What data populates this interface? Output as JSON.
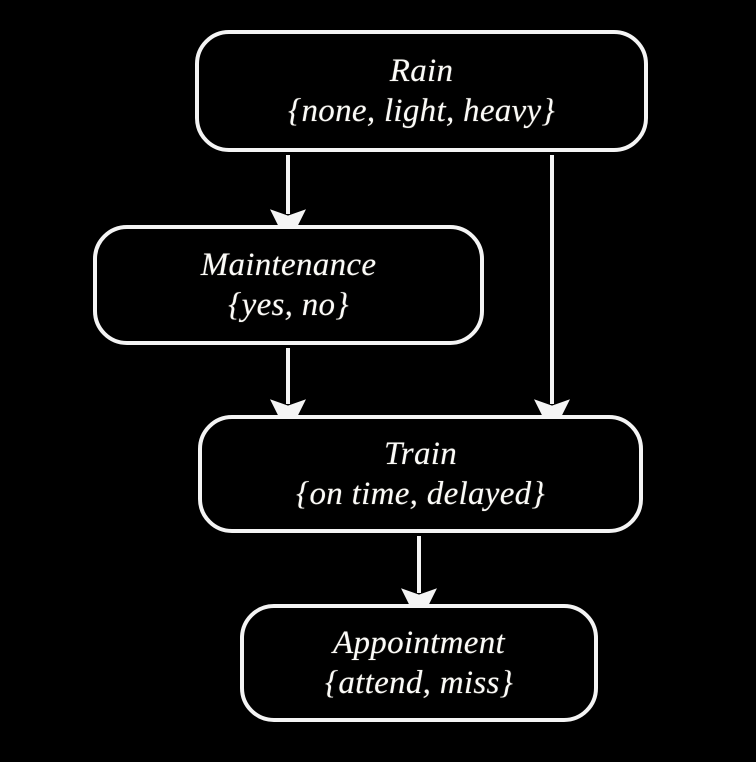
{
  "diagram": {
    "type": "bayesian-network",
    "title": "Rain / Maintenance / Train / Appointment causal graph",
    "background_color": "#000000",
    "stroke_color": "#f4f4f4",
    "text_color": "#fbfbf8",
    "nodes": [
      {
        "id": "rain",
        "title": "Rain",
        "states": "{none, light, heavy}",
        "state_list": [
          "none",
          "light",
          "heavy"
        ]
      },
      {
        "id": "maintenance",
        "title": "Maintenance",
        "states": "{yes, no}",
        "state_list": [
          "yes",
          "no"
        ]
      },
      {
        "id": "train",
        "title": "Train",
        "states": "{on time, delayed}",
        "state_list": [
          "on time",
          "delayed"
        ]
      },
      {
        "id": "appointment",
        "title": "Appointment",
        "states": "{attend, miss}",
        "state_list": [
          "attend",
          "miss"
        ]
      }
    ],
    "edges": [
      {
        "id": "rain-to-maintenance",
        "from": "rain",
        "to": "maintenance"
      },
      {
        "id": "rain-to-train",
        "from": "rain",
        "to": "train"
      },
      {
        "id": "maintenance-to-train",
        "from": "maintenance",
        "to": "train"
      },
      {
        "id": "train-to-appointment",
        "from": "train",
        "to": "appointment"
      }
    ]
  }
}
